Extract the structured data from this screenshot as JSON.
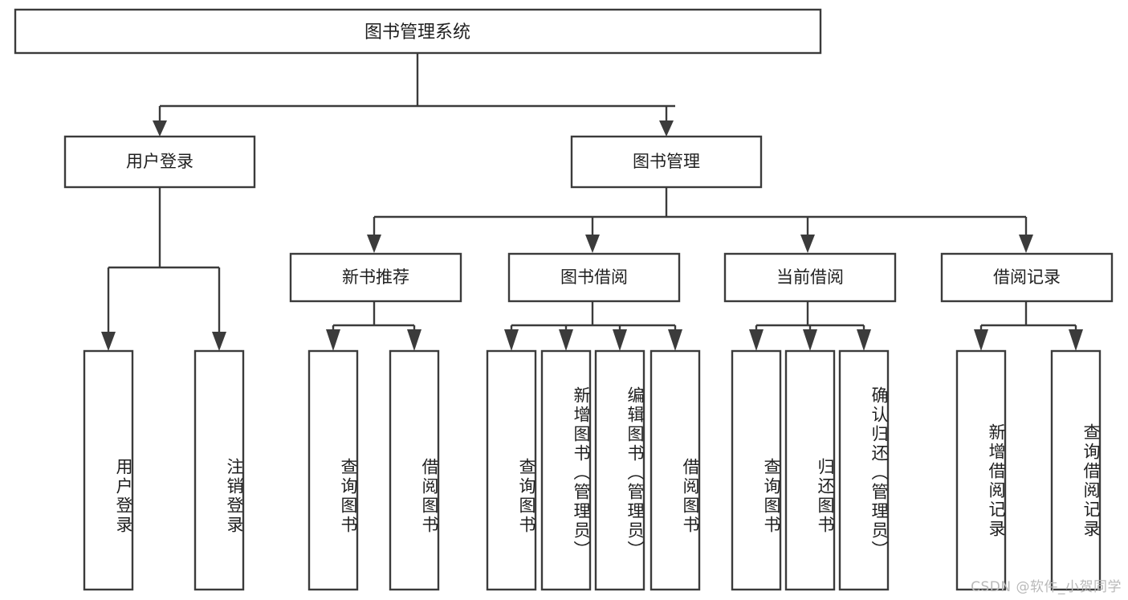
{
  "diagram": {
    "title": "图书管理系统",
    "type": "tree",
    "orientation": "top-down",
    "colors": {
      "box_stroke": "#3b3b3b",
      "box_fill": "#ffffff",
      "connector": "#3b3b3b",
      "text": "#1f1f1f",
      "background": "#ffffff",
      "watermark": "#b9b9b9"
    },
    "root": {
      "label": "图书管理系统",
      "orientation": "horizontal"
    },
    "level2": [
      {
        "label": "用户登录",
        "orientation": "horizontal"
      },
      {
        "label": "图书管理",
        "orientation": "horizontal"
      }
    ],
    "level3": [
      {
        "label": "新书推荐",
        "orientation": "horizontal",
        "parent": "图书管理"
      },
      {
        "label": "图书借阅",
        "orientation": "horizontal",
        "parent": "图书管理"
      },
      {
        "label": "当前借阅",
        "orientation": "horizontal",
        "parent": "图书管理"
      },
      {
        "label": "借阅记录",
        "orientation": "horizontal",
        "parent": "图书管理"
      }
    ],
    "leaves": {
      "user_login": [
        {
          "label": "用户登录",
          "orientation": "vertical"
        },
        {
          "label": "注销登录",
          "orientation": "vertical"
        }
      ],
      "new_book_recommend": [
        {
          "label": "查询图书",
          "orientation": "vertical"
        },
        {
          "label": "借阅图书",
          "orientation": "vertical"
        }
      ],
      "book_borrow": [
        {
          "label": "查询图书",
          "orientation": "vertical"
        },
        {
          "label": "新增图书（管理员）",
          "orientation": "vertical"
        },
        {
          "label": "编辑图书（管理员）",
          "orientation": "vertical"
        },
        {
          "label": "借阅图书",
          "orientation": "vertical"
        }
      ],
      "current_borrow": [
        {
          "label": "查询图书",
          "orientation": "vertical"
        },
        {
          "label": "归还图书",
          "orientation": "vertical"
        },
        {
          "label": "确认归还（管理员）",
          "orientation": "vertical"
        }
      ],
      "borrow_record": [
        {
          "label": "新增借阅记录",
          "orientation": "vertical"
        },
        {
          "label": "查询借阅记录",
          "orientation": "vertical"
        }
      ]
    }
  },
  "watermark": {
    "text": "CSDN @软件_小贺同学"
  }
}
